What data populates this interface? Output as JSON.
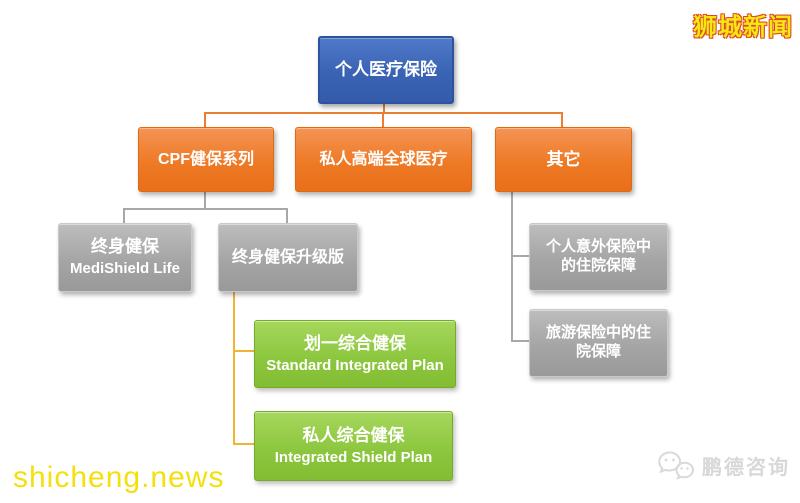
{
  "watermarks": {
    "top_right": "狮城新闻",
    "bottom_left": "shicheng.news",
    "bottom_right": "鹏德咨询"
  },
  "colors": {
    "root_blue": "#3A63B4",
    "branch_orange": "#ED7D31",
    "gray_node": "#A6A6A6",
    "green_node": "#8DC63F",
    "connector_orange": "#ED7D31",
    "connector_gray": "#A8A8A8",
    "connector_gold": "#F2B232",
    "watermark_yellow": "#F4E714",
    "watermark_red_outline": "#E04623",
    "watermark_gray": "#D8D8D8"
  },
  "diagram": {
    "root": {
      "title": "个人医疗保险"
    },
    "branches": {
      "cpf": {
        "title": "CPF健保系列"
      },
      "private_global": {
        "title": "私人高端全球医疗"
      },
      "other": {
        "title": "其它"
      }
    },
    "cpf_children": {
      "medishield": {
        "title": "终身健保",
        "subtitle": "MediShield Life"
      },
      "upgraded": {
        "title": "终身健保升级版"
      }
    },
    "upgraded_children": {
      "standard": {
        "title": "划一综合健保",
        "subtitle": "Standard Integrated Plan"
      },
      "private": {
        "title": "私人综合健保",
        "subtitle": "Integrated Shield Plan"
      }
    },
    "other_children": {
      "accident": {
        "line1": "个人意外保险中",
        "line2": "的住院保障"
      },
      "travel": {
        "line1": "旅游保险中的住",
        "line2": "院保障"
      }
    }
  }
}
